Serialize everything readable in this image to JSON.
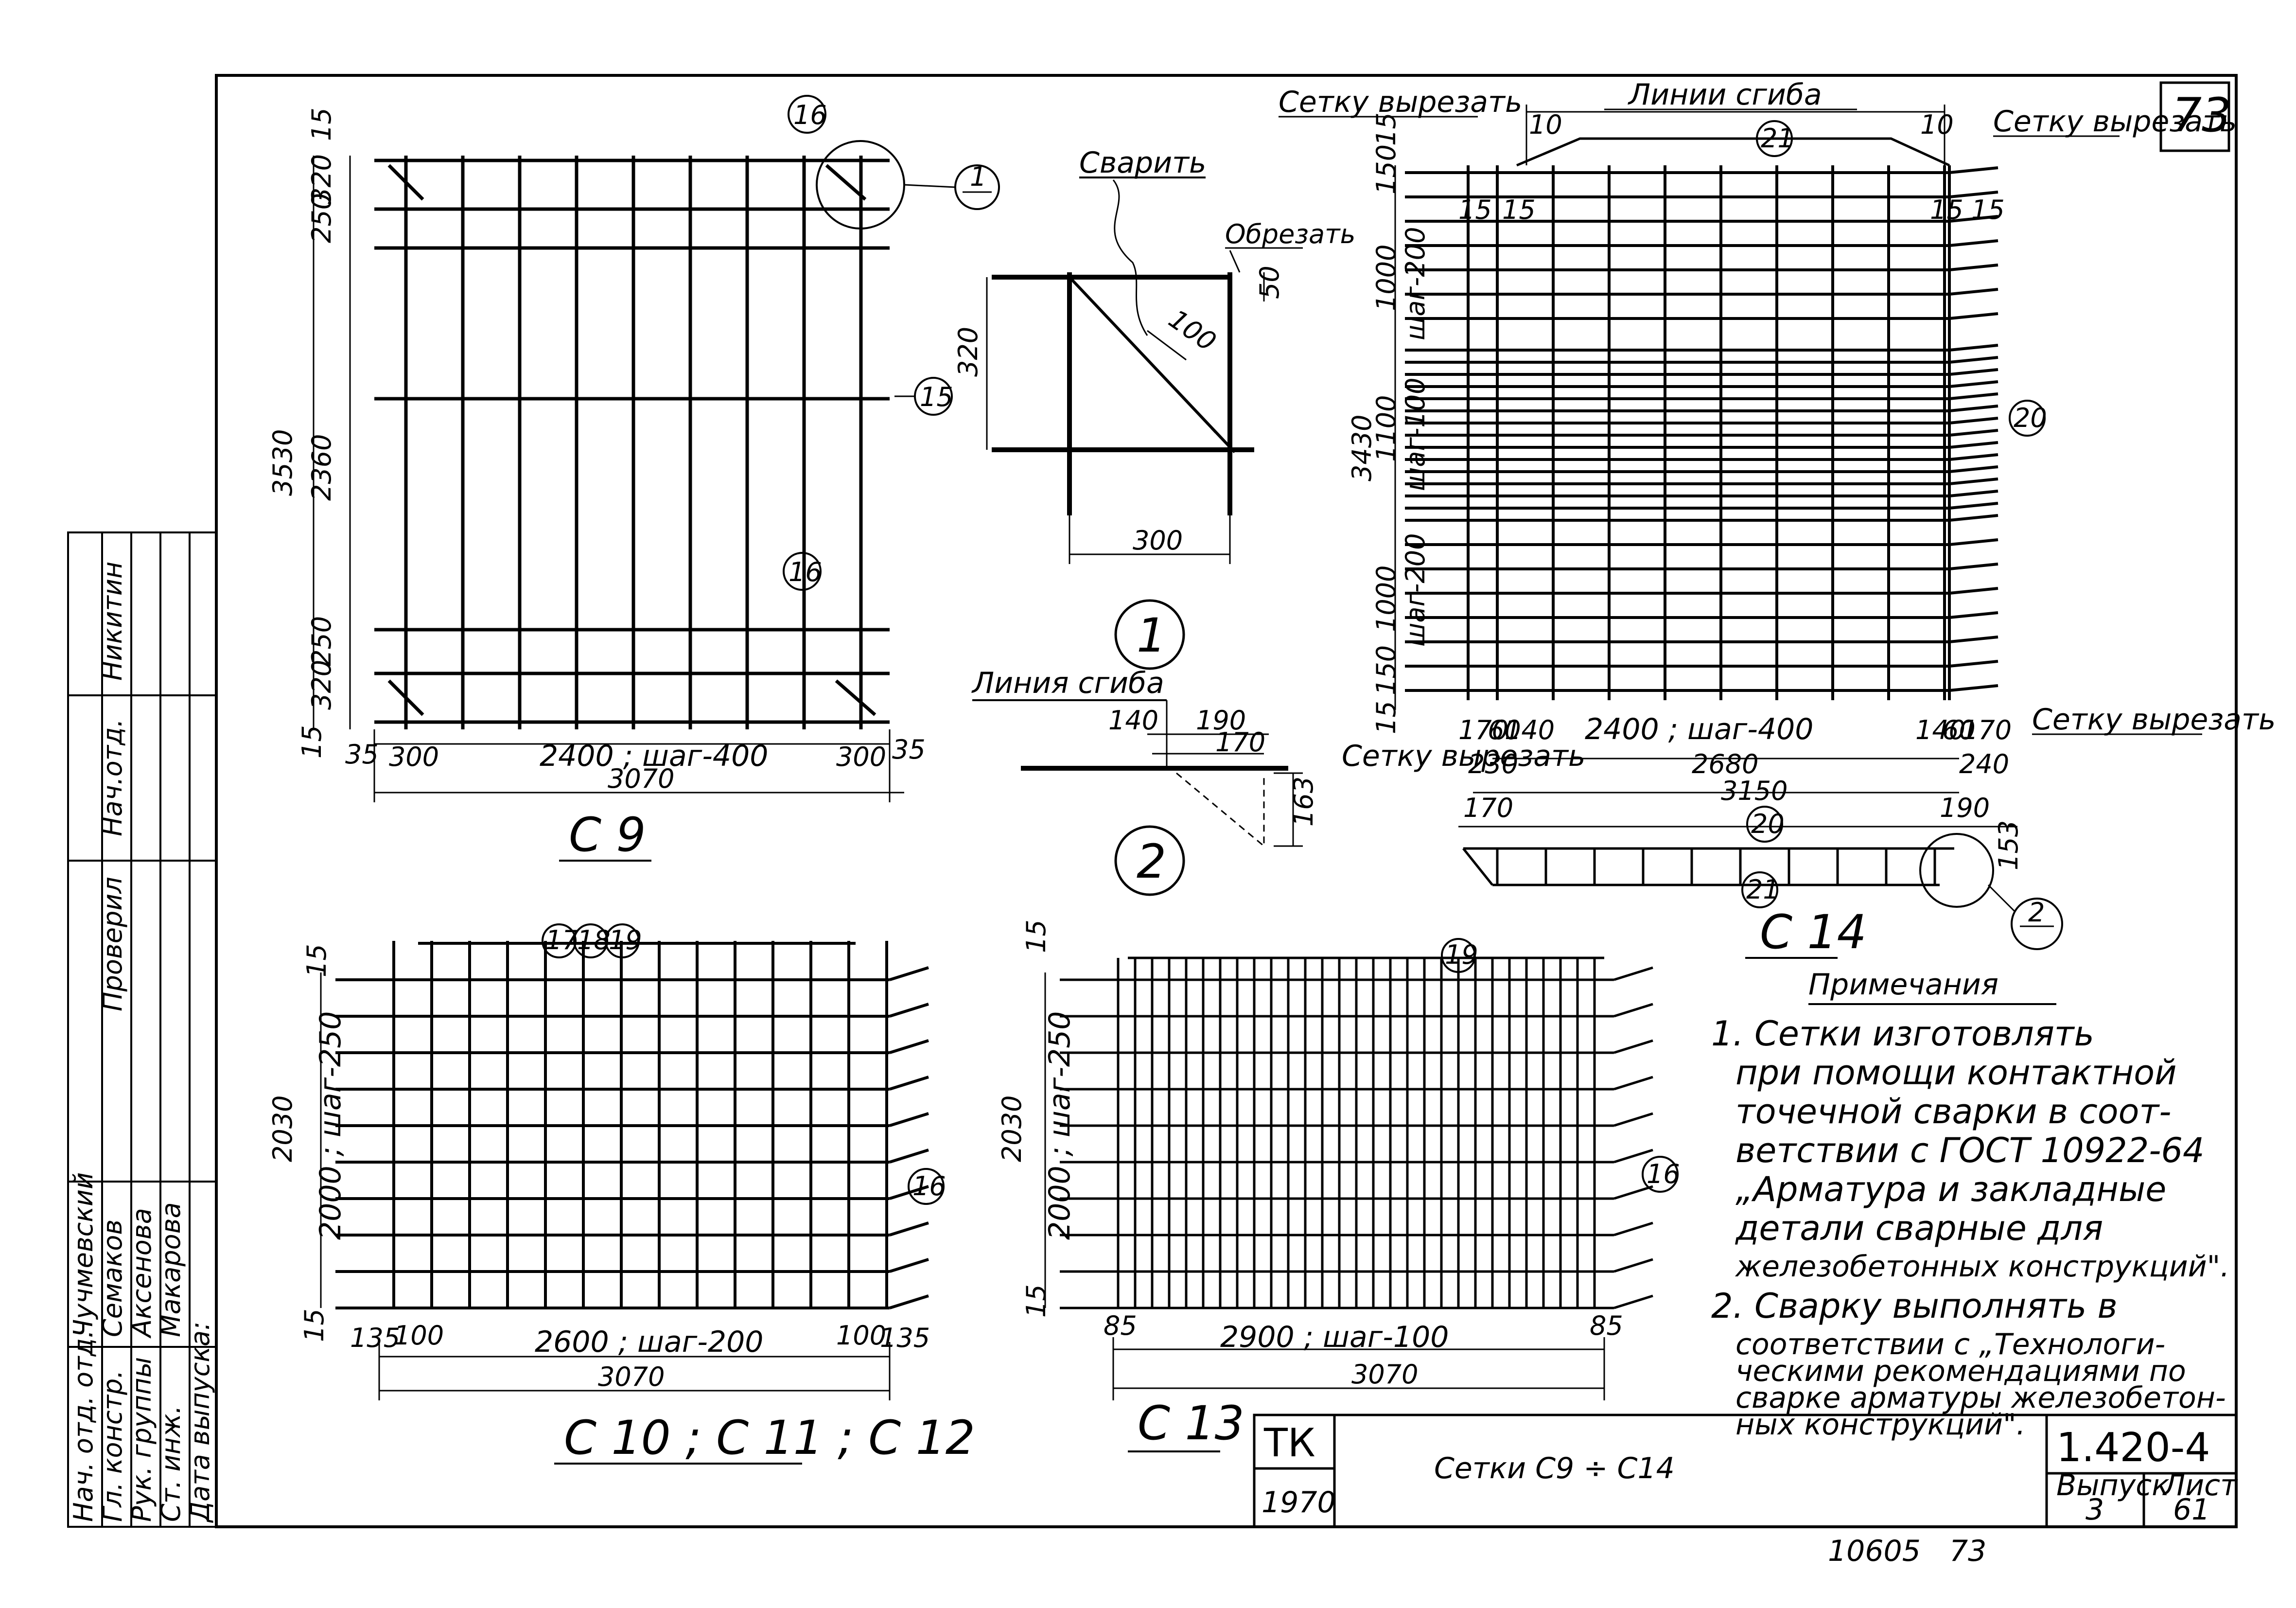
{
  "sheet": {
    "page_number": "73",
    "bottom_code": "10605",
    "bottom_page": "73"
  },
  "title_block": {
    "org": "ТК",
    "year": "1970",
    "title": "Сетки С9 ÷ С14",
    "doc_number": "1.420-4",
    "issue_label": "Выпуск",
    "issue": "3",
    "sheet_label": "Лист",
    "sheet_no": "61"
  },
  "stamp": {
    "roles": [
      "Нач. отд. отд.",
      "Гл. констр.",
      "Рук. группы",
      "Ст. инж.",
      "Дата выпуска:"
    ],
    "names": [
      "Чучмевский",
      "Семаков",
      "Аксенова",
      "Макарова"
    ],
    "column_headers": [
      "Проверил",
      "Нач.отд.",
      "Никитин"
    ]
  },
  "c9": {
    "caption": "С 9",
    "height_total": "3530",
    "top_dims": [
      "15",
      "320",
      "250"
    ],
    "mid_dim": "2360",
    "bot_dims": [
      "250",
      "320",
      "15"
    ],
    "bottom_dims": [
      "35",
      "300",
      "2400 ; шаг-400",
      "300",
      "35"
    ],
    "width_total": "3070",
    "markers": [
      "16",
      "15",
      "16"
    ],
    "detail_ref": "1"
  },
  "detail1": {
    "weld_label": "Сварить",
    "cut_label": "Обрезать",
    "dim_vertical": "320",
    "dim_small": "50",
    "dim_weld": "100",
    "dim_horizontal": "300",
    "number": "1"
  },
  "detail2": {
    "bend_label": "Линия сгиба",
    "dims": [
      "140",
      "190",
      "170",
      "163"
    ],
    "number": "2"
  },
  "c14": {
    "caption": "С 14",
    "cut_top_left": "Сетку вырезать",
    "bend_lines": "Линии сгиба",
    "cut_top_right": "Сетку вырезать",
    "cut_right": "Сетку вырезать",
    "cut_left": "Сетку вырезать",
    "top_small": [
      "10",
      "10",
      "15",
      "15",
      "15",
      "15"
    ],
    "left_dims": [
      "15",
      "150",
      "1000",
      "шаг-200",
      "1100",
      "шаг-100",
      "1000",
      "шаг-200",
      "150",
      "15"
    ],
    "height_total": "3430",
    "bottom_dims": [
      "170",
      "60",
      "140",
      "2400 ; шаг-400",
      "140",
      "60",
      "170"
    ],
    "dim_230": "230",
    "dim_2680": "2680",
    "dim_240": "240",
    "dim_170b": "170",
    "dim_3150": "3150",
    "dim_190": "190",
    "dim_153": "153",
    "markers": [
      "21",
      "20",
      "20",
      "21"
    ],
    "detail_ref": "2"
  },
  "c10": {
    "caption": "С 10 ; С 11 ; С 12",
    "left_dims": [
      "15",
      "2030",
      "2000 ; шаг-250",
      "15"
    ],
    "bottom_dims": [
      "135",
      "100",
      "2600 ; шаг-200",
      "100",
      "135"
    ],
    "width_total": "3070",
    "markers": [
      "17",
      "18",
      "19",
      "16"
    ]
  },
  "c13": {
    "caption": "С 13",
    "left_dims": [
      "15",
      "2030",
      "2000 ; шаг-250",
      "15"
    ],
    "bottom_dims": [
      "85",
      "2900 ; шаг-100",
      "85"
    ],
    "width_total": "3070",
    "markers": [
      "19",
      "16"
    ]
  },
  "notes": {
    "heading": "Примечания",
    "lines": [
      "1. Сетки изготовлять",
      "при помощи контактной",
      "точечной сварки в соот-",
      "ветствии с ГОСТ 10922-64",
      "„Арматура и закладные",
      "детали сварные для",
      "железобетонных конструкций\".",
      "2. Сварку выполнять в",
      "соответствии с „Технологи-",
      "ческими рекомендациями по",
      "сварке арматуры железобетон-",
      "ных конструкций\"."
    ]
  }
}
